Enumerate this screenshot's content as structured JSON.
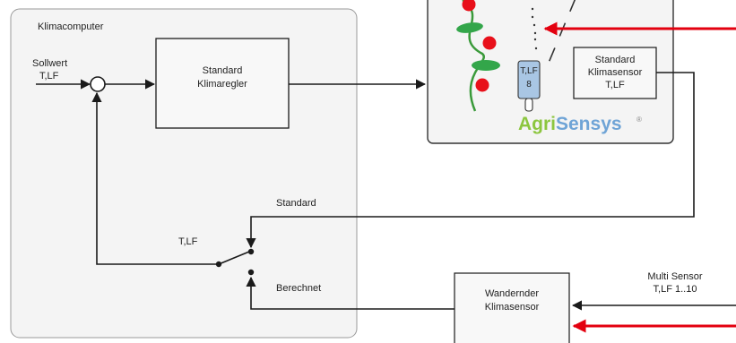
{
  "klimacomputer": {
    "title": "Klimacomputer"
  },
  "sollwert": {
    "line1": "Sollwert",
    "line2": "T,LF"
  },
  "regler": {
    "line1": "Standard",
    "line2": "Klimaregler"
  },
  "greenhouse": {
    "sensor_tag": {
      "line1": "T,LF",
      "line2": "8"
    },
    "klimasensor": {
      "line1": "Standard",
      "line2": "Klimasensor",
      "line3": "T,LF"
    },
    "logo": {
      "part1": "Agri",
      "part2": "Sensys",
      "registered": "®"
    }
  },
  "switch": {
    "label_tlf": "T,LF",
    "label_standard": "Standard",
    "label_berechnet": "Berechnet"
  },
  "wandernder": {
    "line1": "Wandernder",
    "line2": "Klimasensor"
  },
  "multisensor": {
    "line1": "Multi Sensor",
    "line2": "T,LF 1..10"
  },
  "colors": {
    "line": "#1a1a1a",
    "panel_fill": "#f4f4f4",
    "panel_stroke": "#9a9a9a",
    "red_arrow": "#e3000f",
    "plant_stem": "#3a9a3a",
    "plant_leaf": "#33a64a",
    "tomato": "#e8101a",
    "sensor_fill": "#a9c6e4",
    "logo_green": "#8cc63f",
    "logo_blue": "#6fa4d6"
  }
}
